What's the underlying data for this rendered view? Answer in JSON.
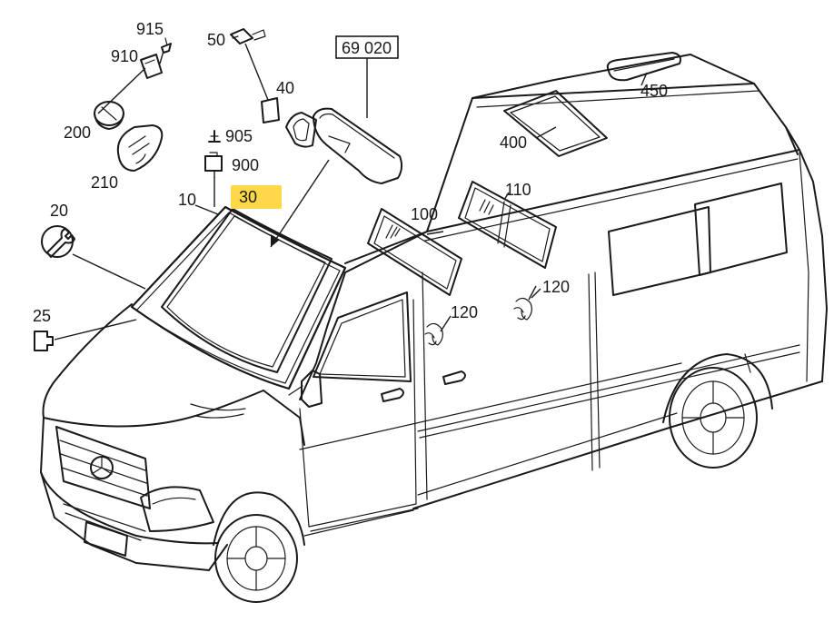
{
  "labels": {
    "p915": "915",
    "p910": "910",
    "p200": "200",
    "p210": "210",
    "p50": "50",
    "p40": "40",
    "p69020": "69 020",
    "p450": "450",
    "p400": "400",
    "p905": "905",
    "p900": "900",
    "p10": "10",
    "p30": "30",
    "p20": "20",
    "p100": "100",
    "p110": "110",
    "p120a": "120",
    "p120b": "120",
    "p25": "25"
  },
  "highlight_color": "#ffd84a",
  "icons": {
    "wrench": "wrench-icon",
    "clip": "clip-icon"
  }
}
